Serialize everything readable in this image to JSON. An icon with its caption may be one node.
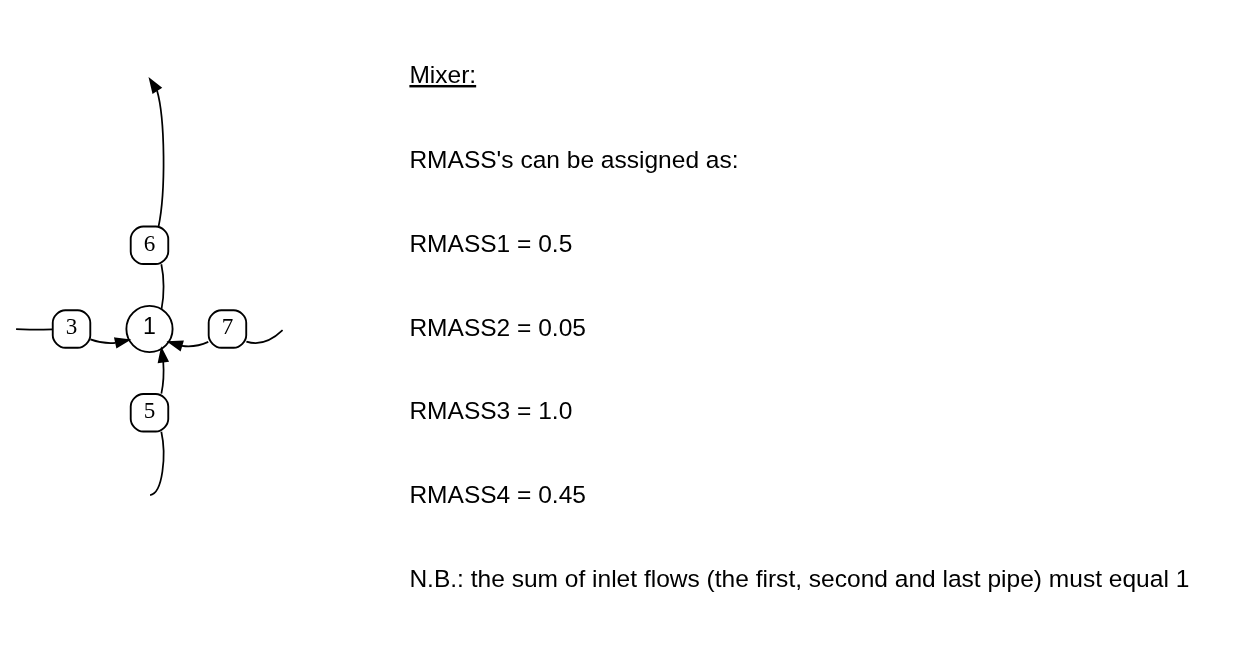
{
  "diagram": {
    "nodes": [
      {
        "text": [
          "6"
        ]
      },
      {
        "text": [
          "3"
        ]
      },
      {
        "text": [
          "1"
        ]
      },
      {
        "text": [
          "7"
        ]
      },
      {
        "text": [
          "5"
        ]
      }
    ],
    "edges": [
      {
        "from": null,
        "to": 1,
        "arrow": "none"
      },
      {
        "from": 1,
        "to": 2,
        "arrow": "to"
      },
      {
        "from": 3,
        "to": 2,
        "arrow": "to"
      },
      {
        "from": null,
        "to": 3,
        "arrow": "none"
      },
      {
        "from": null,
        "to": 4,
        "arrow": "none"
      },
      {
        "from": 4,
        "to": 2,
        "arrow": "to"
      },
      {
        "from": 2,
        "to": 0,
        "arrow": "none"
      },
      {
        "from": 0,
        "to": null,
        "arrow": "to"
      }
    ],
    "labels": [
      "Mixer:",
      "RMASS's can be assigned as:",
      "RMASS1 = 0.5",
      "RMASS2 = 0.05",
      "RMASS3 = 1.0",
      "RMASS4 = 0.45",
      "N.B.: the sum of inlet flows (the first, second and last pipe) must equal 1"
    ]
  }
}
